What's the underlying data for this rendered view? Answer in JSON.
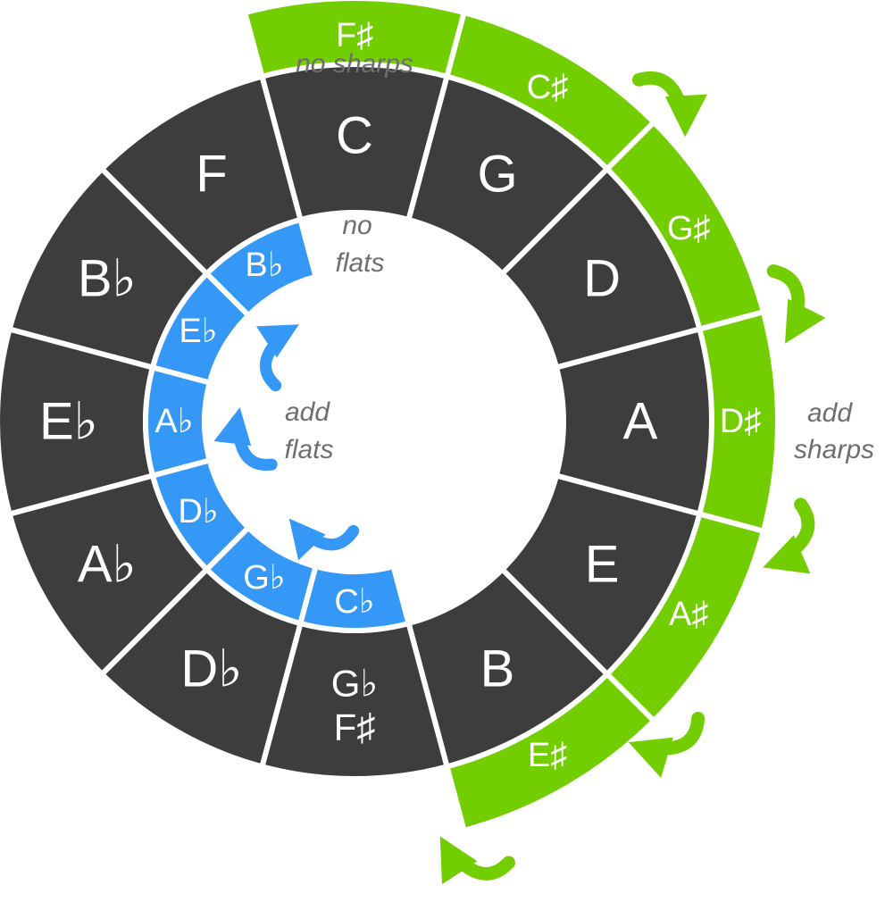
{
  "colors": {
    "dark": "#3d3d3d",
    "green": "#72ce00",
    "blue": "#3598f7",
    "background": "#ffffff",
    "caption": "#6e6e6e",
    "label": "#ffffff",
    "mid_label": "#3d3d3d"
  },
  "outer_ring": [
    "C",
    "G",
    "D",
    "A",
    "E",
    "B",
    "G♭",
    "D♭",
    "A♭",
    "E♭",
    "B♭",
    "F"
  ],
  "outer_ring_bottom_second": "F♯",
  "sharp_ring": [
    "F♯",
    "C♯",
    "G♯",
    "D♯",
    "A♯",
    "E♯"
  ],
  "flat_ring": [
    "B♭",
    "E♭",
    "A♭",
    "D♭",
    "G♭",
    "C♭"
  ],
  "captions": {
    "no_sharps": "no sharps",
    "no_flats_1": "no",
    "no_flats_2": "flats",
    "add_flats_1": "add",
    "add_flats_2": "flats",
    "add_sharps_1": "add",
    "add_sharps_2": "sharps"
  },
  "icons": {
    "sharp_arrow": "curved-arrow-icon",
    "flat_arrow": "curved-arrow-icon"
  }
}
